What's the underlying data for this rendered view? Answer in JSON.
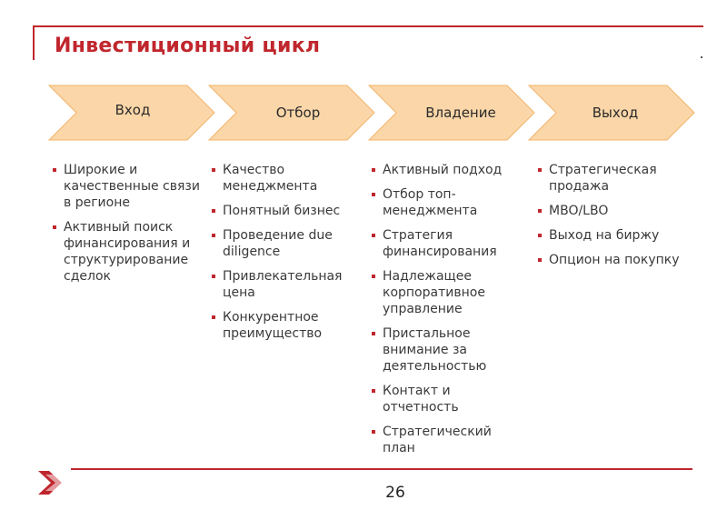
{
  "slide": {
    "title": "Инвестиционный цикл",
    "page_number": "26"
  },
  "colors": {
    "accent": "#c0262d",
    "chevron_fill": "#fbd6a8",
    "chevron_stroke": "#f2b46a"
  },
  "stages": [
    {
      "label": "Вход",
      "items": [
        "Широкие и качественные связи в регионе",
        "Активный поиск финансирования и структурирование сделок"
      ]
    },
    {
      "label": "Отбор",
      "items": [
        "Качество менеджмента",
        "Понятный бизнес",
        "Проведение due diligence",
        "Привлекательная цена",
        "Конкурентное преимущество"
      ]
    },
    {
      "label": "Владение",
      "items": [
        "Активный подход",
        "Отбор топ-менеджмента",
        "Стратегия финансирования",
        "Надлежащее корпоративное управление",
        "Пристальное внимание за деятельностью",
        "Контакт и отчетность",
        "Стратегический план"
      ]
    },
    {
      "label": "Выход",
      "items": [
        "Стратегическая продажа",
        "MBO/LBO",
        "Выход на биржу",
        "Опцион на покупку"
      ]
    }
  ],
  "logo_icon": "chevron-logo-icon"
}
